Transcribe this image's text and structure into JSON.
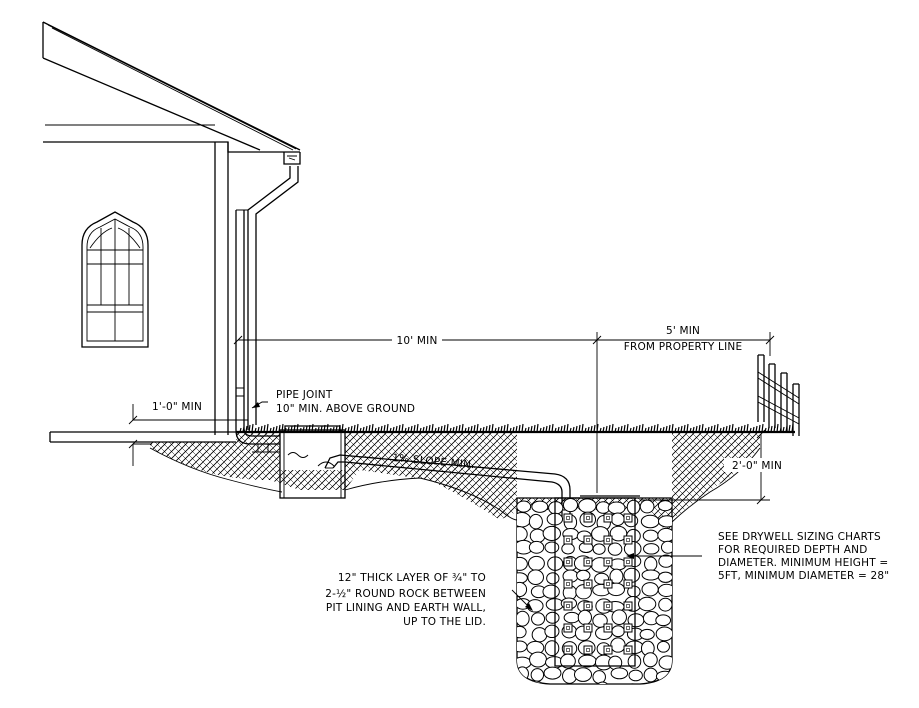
{
  "labels": {
    "ten_min": "10' MIN",
    "five_min_line1": "5' MIN",
    "five_min_line2": "FROM PROPERTY LINE",
    "one_foot_min": "1'-0\" MIN",
    "pipe_joint_line1": "PIPE JOINT",
    "pipe_joint_line2": "10\" MIN. ABOVE GROUND",
    "slope": "1% SLOPE MIN.",
    "two_foot_min": "2'-0\" MIN",
    "sizing_note": [
      "SEE DRYWELL SIZING CHARTS",
      "FOR REQUIRED DEPTH AND",
      "DIAMETER. MINIMUM HEIGHT =",
      "5FT, MINIMUM DIAMETER = 28\""
    ],
    "rock_note": [
      "12\" THICK LAYER OF ¾\" TO",
      "2-½\" ROUND ROCK BETWEEN",
      "PIT LINING AND EARTH WALL,",
      "UP TO THE LID."
    ]
  },
  "colors": {
    "line": "#000000",
    "background": "#ffffff",
    "grass": "#000000"
  },
  "icons": [
    "window-arched",
    "gutter",
    "downspout",
    "fence",
    "drywell-pit",
    "round-rock"
  ]
}
